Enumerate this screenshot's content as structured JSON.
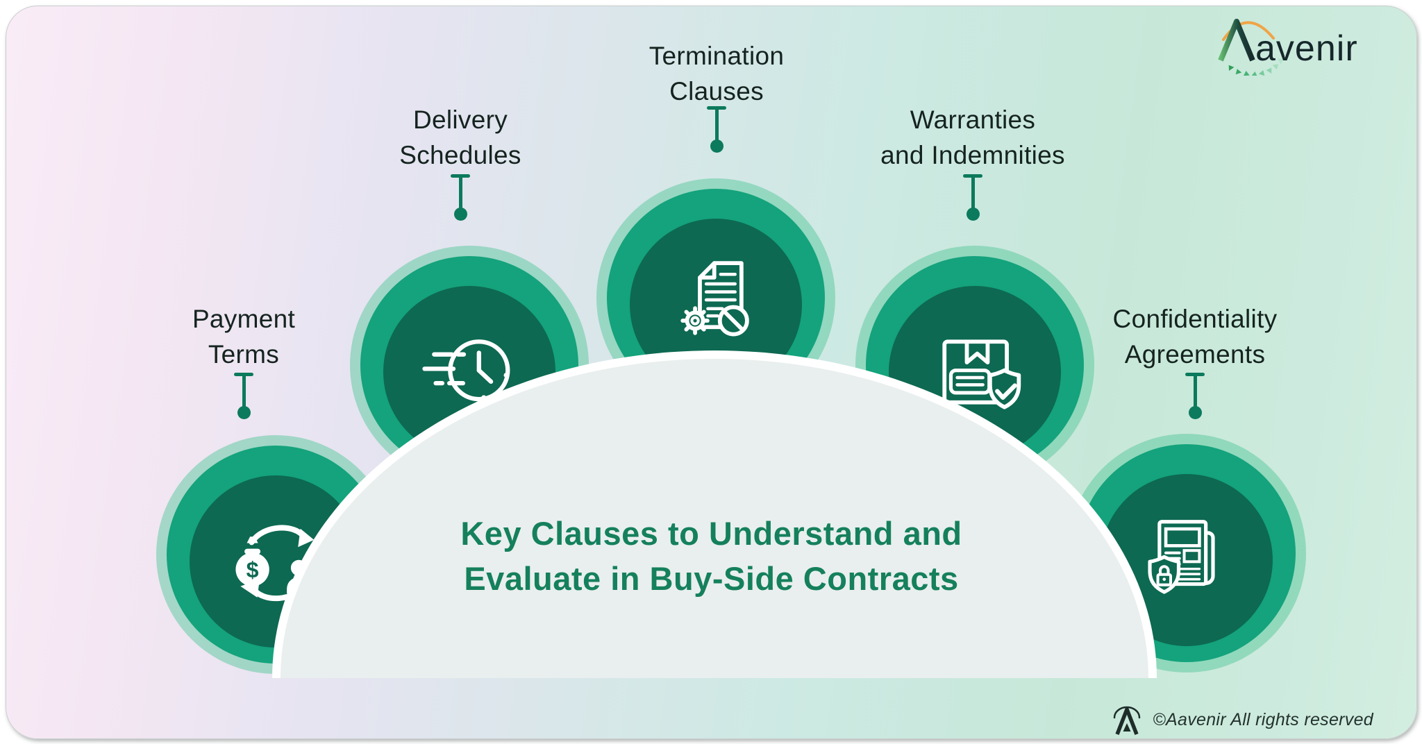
{
  "header": {
    "logo_text": "avenir"
  },
  "title": {
    "line1": "Key Clauses to Understand and",
    "line2": "Evaluate in Buy-Side Contracts"
  },
  "nodes": [
    {
      "id": "payment-terms",
      "label_line1": "Payment",
      "label_line2": "Terms",
      "icon": "money-exchange-icon"
    },
    {
      "id": "delivery-schedules",
      "label_line1": "Delivery",
      "label_line2": "Schedules",
      "icon": "fast-clock-icon"
    },
    {
      "id": "termination-clauses",
      "label_line1": "Termination",
      "label_line2": "Clauses",
      "icon": "terminated-document-icon"
    },
    {
      "id": "warranties-indemnities",
      "label_line1": "Warranties",
      "label_line2": "and Indemnities",
      "icon": "package-shield-icon"
    },
    {
      "id": "confidentiality-agreements",
      "label_line1": "Confidentiality",
      "label_line2": "Agreements",
      "icon": "newspaper-lock-icon"
    }
  ],
  "footer": {
    "copyright": "©Aavenir All rights reserved"
  },
  "colors": {
    "title_green": "#15805c",
    "ring_outer": "rgba(88,200,156,0.5)",
    "ring_middle": "#14a37c",
    "ring_inner": "#0d6952",
    "connector": "#0c7a5c",
    "dome_fill": "#e9efee",
    "label_text": "#15231f",
    "logo_arc_orange": "#f0a447"
  }
}
